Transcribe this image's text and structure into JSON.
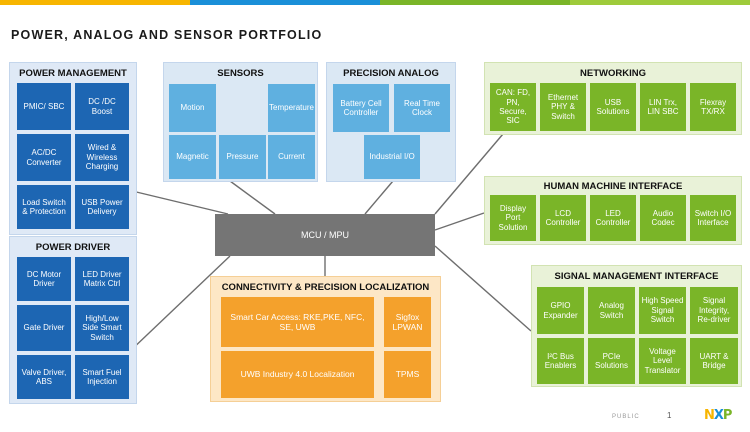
{
  "title": "POWER, ANALOG AND SENSOR PORTFOLIO",
  "mcu_label": "MCU / MPU",
  "colors": {
    "power_blue": "#1d66b3",
    "sensor_blue": "#5fb0e0",
    "green": "#7ab528",
    "orange": "#f4a12c",
    "mcu_gray": "#757575"
  },
  "power_management": {
    "title": "POWER MANAGEMENT",
    "cells": [
      "PMIC/ SBC",
      "DC /DC Boost",
      "AC/DC Converter",
      "Wired & Wireless Charging",
      "Load Switch & Protection",
      "USB Power Delivery"
    ]
  },
  "power_driver": {
    "title": "POWER DRIVER",
    "cells": [
      "DC Motor Driver",
      "LED Driver Matrix Ctrl",
      "Gate Driver",
      "High/Low Side Smart Switch",
      "Valve Driver, ABS",
      "Smart Fuel Injection"
    ]
  },
  "sensors": {
    "title": "SENSORS",
    "cells": [
      "Motion",
      "Temperature",
      "Magnetic",
      "Pressure",
      "Current"
    ]
  },
  "precision_analog": {
    "title": "PRECISION ANALOG",
    "cells": [
      "Battery Cell Controller",
      "Real Time Clock",
      "Industrial I/O"
    ]
  },
  "networking": {
    "title": "NETWORKING",
    "cells": [
      "CAN: FD, PN, Secure, SIC",
      "Ethernet PHY & Switch",
      "USB Solutions",
      "LIN Trx, LIN SBC",
      "Flexray TX/RX"
    ]
  },
  "hmi": {
    "title": "HUMAN MACHINE INTERFACE",
    "cells": [
      "Display Port Solution",
      "LCD Controller",
      "LED Controller",
      "Audio Codec",
      "Switch I/O Interface"
    ]
  },
  "signal_mgmt": {
    "title": "SIGNAL MANAGEMENT INTERFACE",
    "cells": [
      "GPIO Expander",
      "Analog Switch",
      "High Speed Signal Switch",
      "Signal Integrity, Re-driver",
      "I²C Bus Enablers",
      "PCIe Solutions",
      "Voltage Level Translator",
      "UART & Bridge"
    ]
  },
  "connectivity": {
    "title": "CONNECTIVITY & PRECISION LOCALIZATION",
    "cells": [
      "Smart Car Access: RKE,PKE, NFC, SE, UWB",
      "Sigfox LPWAN",
      "UWB Industry 4.0 Localization",
      "TPMS"
    ]
  },
  "footer": {
    "public": "PUBLIC",
    "page": "1"
  }
}
